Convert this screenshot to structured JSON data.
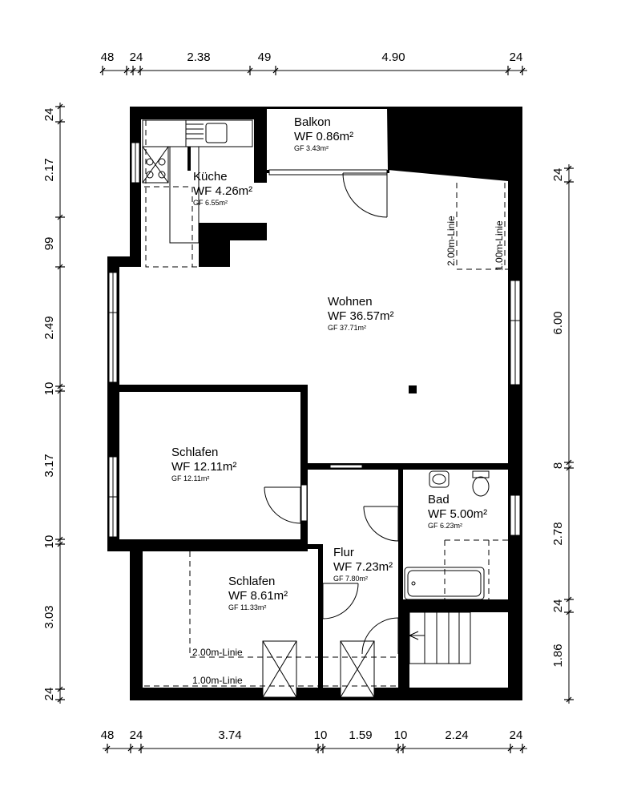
{
  "dimensions": {
    "top": [
      "48",
      "24",
      "2.38",
      "49",
      "4.90",
      "24"
    ],
    "bottom": [
      "48",
      "24",
      "3.74",
      "10",
      "1.59",
      "10",
      "2.24",
      "24"
    ],
    "left": [
      "24",
      "2.17",
      "99",
      "2.49",
      "10",
      "3.17",
      "10",
      "3.03",
      "24"
    ],
    "right": [
      "24",
      "6.00",
      "8",
      "2.78",
      "24",
      "1.86"
    ]
  },
  "rooms": {
    "balkon": {
      "name": "Balkon",
      "wf": "WF 0.86m²",
      "gf": "GF 3.43m²"
    },
    "kueche": {
      "name": "Küche",
      "wf": "WF 4.26m²",
      "gf": "GF 6.55m²"
    },
    "wohnen": {
      "name": "Wohnen",
      "wf": "WF 36.57m²",
      "gf": "GF 37.71m²"
    },
    "schlafen1": {
      "name": "Schlafen",
      "wf": "WF 12.11m²",
      "gf": "GF 12.11m²"
    },
    "bad": {
      "name": "Bad",
      "wf": "WF 5.00m²",
      "gf": "GF 6.23m²"
    },
    "flur": {
      "name": "Flur",
      "wf": "WF 7.23m²",
      "gf": "GF 7.80m²"
    },
    "schlafen2": {
      "name": "Schlafen",
      "wf": "WF 8.61m²",
      "gf": "GF 11.33m²"
    }
  },
  "height_lines": {
    "wohnen_2m": "2.00m-Linie",
    "wohnen_1m": "1.00m-Linie",
    "schlafen_2m": "2.00m-Linie",
    "schlafen_1m": "1.00m-Linie"
  }
}
